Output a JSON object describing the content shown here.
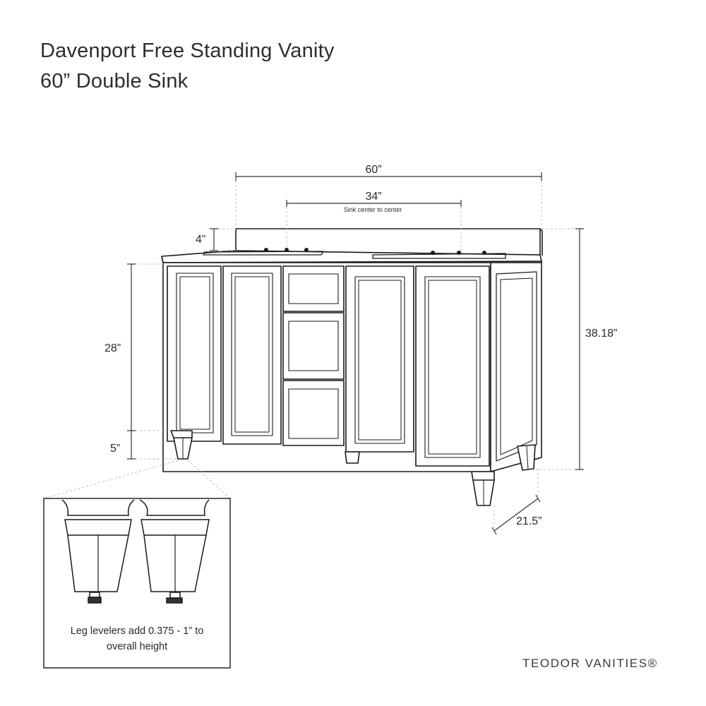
{
  "title": {
    "line1": "Davenport Free Standing Vanity",
    "line2": "60” Double Sink"
  },
  "dimensions": {
    "width": "60”",
    "sink_spacing": "34”",
    "sink_spacing_note": "Sink center to center",
    "backsplash": "4”",
    "cabinet_height": "28”",
    "leg_height": "5”",
    "overall_height": "38.18”",
    "depth": "21.5”"
  },
  "leg_detail": {
    "note": "Leg levelers add 0.375 - 1” to overall height"
  },
  "brand": "TEODOR VANITIES®",
  "colors": {
    "line": "#1a1a1a",
    "dimension_line": "#333333",
    "leader": "#bbbbbb"
  }
}
